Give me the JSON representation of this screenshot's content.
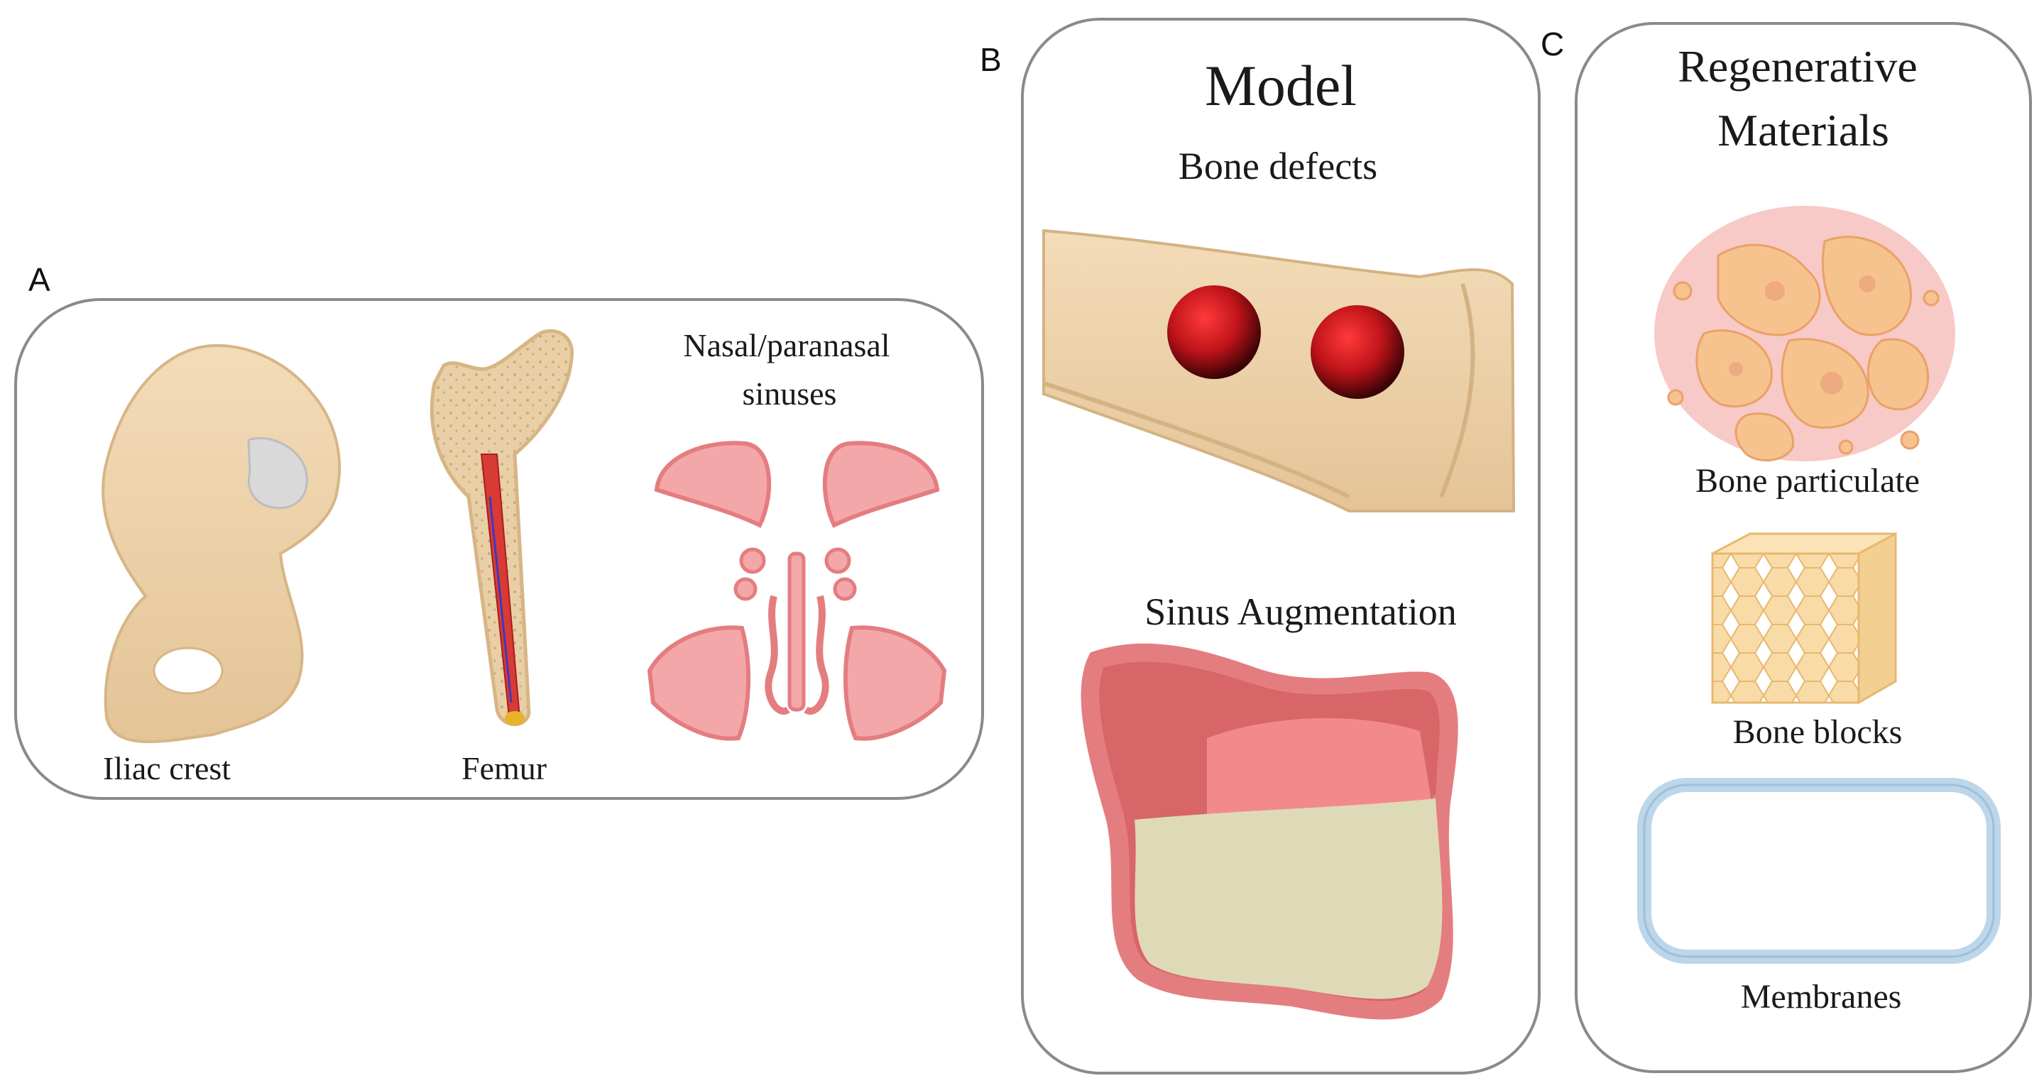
{
  "panels": {
    "a": {
      "letter": "A",
      "labels": {
        "iliac": "Iliac crest",
        "femur": "Femur",
        "nasal_line1": "Nasal/paranasal",
        "nasal_line2": "sinuses"
      }
    },
    "b": {
      "letter": "B",
      "title": "Model",
      "defects_label": "Bone defects",
      "sinus_label": "Sinus Augmentation"
    },
    "c": {
      "letter": "C",
      "title_line1": "Regenerative",
      "title_line2": "Materials",
      "particulate_label": "Bone particulate",
      "blocks_label": "Bone blocks",
      "membranes_label": "Membranes"
    }
  },
  "colors": {
    "bone": "#efd5ae",
    "bone_edge": "#d9b98a",
    "sinus_pink": "#e47d80",
    "sinus_light": "#f3a7a8",
    "defect_red": "#c0141a",
    "graft": "#dedab8",
    "membrane": "#bcd6ea",
    "particulate_bg": "#f7c9c7"
  }
}
